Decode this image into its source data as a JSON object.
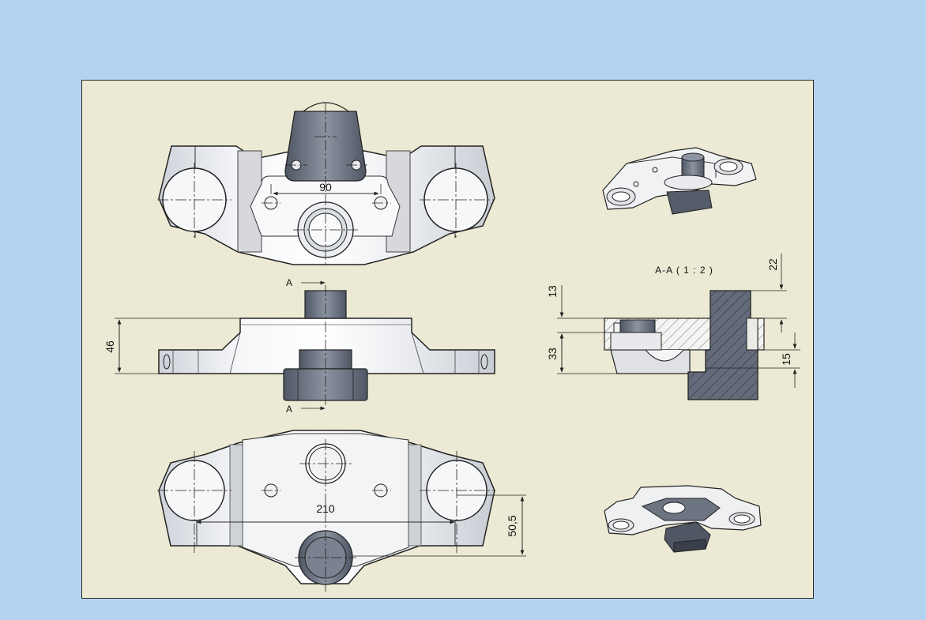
{
  "colors": {
    "background": "#b4d3f0",
    "sheet": "#ecead4",
    "part_light": "#eef0f4",
    "part_dark": "#68707f",
    "hatch": "#5d6474"
  },
  "top_view": {
    "dim_hole_spacing": "90"
  },
  "front_view": {
    "dim_height": "46",
    "section_label_top": "A",
    "section_label_bottom": "A"
  },
  "bottom_view": {
    "dim_width": "210",
    "dim_offset": "50,5"
  },
  "section_view": {
    "title": "A-A ( 1 : 2 )",
    "dim_top": "22",
    "dim_upper_left": "13",
    "dim_lower_left": "33",
    "dim_right": "15"
  }
}
